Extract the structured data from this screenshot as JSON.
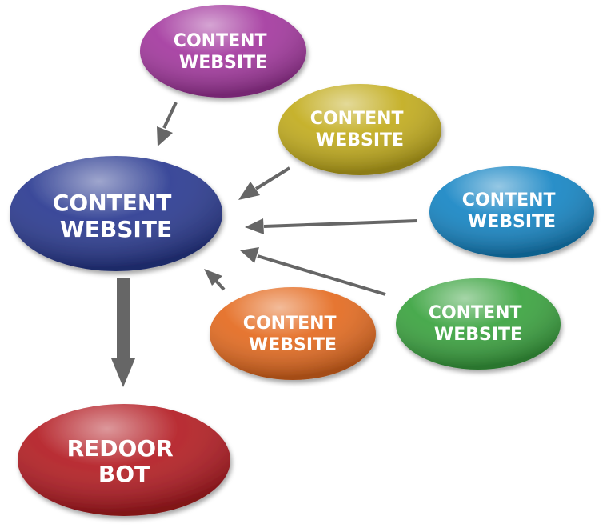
{
  "diagram": {
    "nodes": {
      "hub": {
        "line1": "CONTENT",
        "line2": "WEBSITE",
        "color": "#2a3a91"
      },
      "purple": {
        "line1": "CONTENT",
        "line2": "WEBSITE",
        "color": "#a3379e"
      },
      "yellow": {
        "line1": "CONTENT",
        "line2": "WEBSITE",
        "color": "#c2ac1c"
      },
      "blue": {
        "line1": "CONTENT",
        "line2": "WEBSITE",
        "color": "#1685c4"
      },
      "green": {
        "line1": "CONTENT",
        "line2": "WEBSITE",
        "color": "#3aa33f"
      },
      "orange": {
        "line1": "CONTENT",
        "line2": "WEBSITE",
        "color": "#e46a1f"
      },
      "bot": {
        "line1": "REDOOR",
        "line2": "BOT",
        "color": "#b31b22"
      }
    },
    "arrow_color": "#666666"
  }
}
